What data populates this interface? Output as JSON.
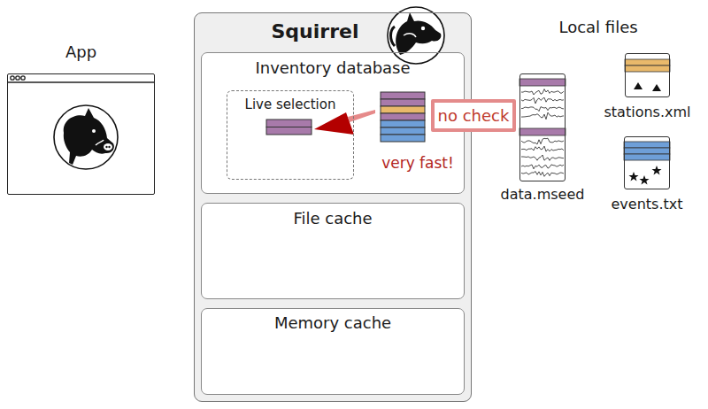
{
  "diagram": {
    "nodes": [
      {
        "text": [
          "App"
        ]
      },
      {
        "text": [
          "Squirrel"
        ]
      },
      {
        "text": [
          "Inventory database"
        ],
        "in": 1
      },
      {
        "text": [
          "Live selection"
        ],
        "in": 2
      },
      {
        "text": [
          "File cache"
        ],
        "in": 1
      },
      {
        "text": [
          "Memory cache"
        ],
        "in": 1
      },
      {
        "text": [
          "no check"
        ]
      },
      {
        "text": [
          "data.mseed"
        ]
      },
      {
        "text": [
          "stations.xml"
        ]
      },
      {
        "text": [
          "events.txt"
        ]
      }
    ],
    "labels": [
      "Local files",
      "very fast!"
    ]
  }
}
